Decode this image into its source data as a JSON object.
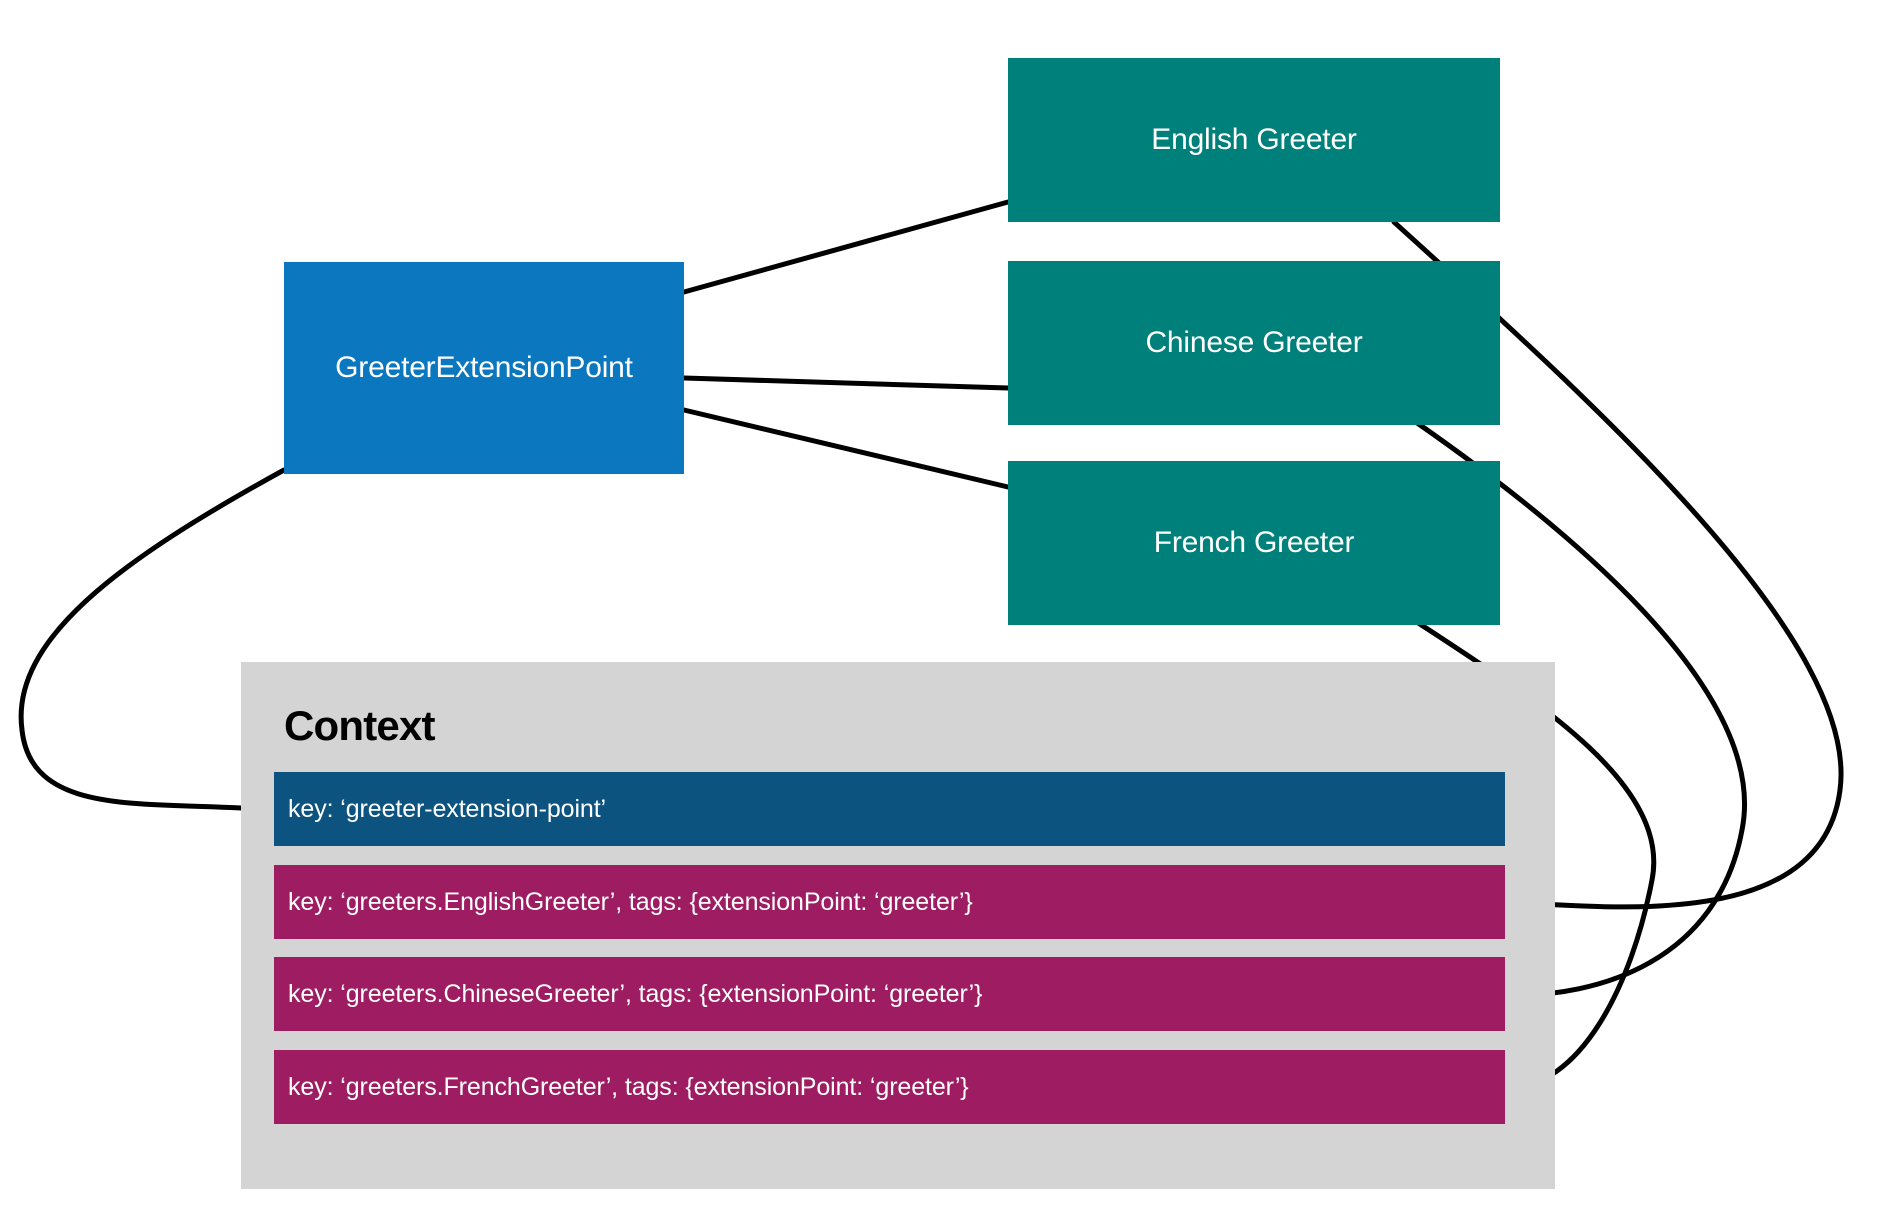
{
  "diagram": {
    "type": "extension-point-architecture",
    "colors": {
      "extension_point": "#0a77bf",
      "greeter": "#00807a",
      "context_panel": "#d4d4d4",
      "context_row_extension_point": "#0d5380",
      "context_row_service": "#9e1c62",
      "edge": "#000000",
      "node_text": "#ffffff",
      "title_text": "#000000"
    },
    "nodes": {
      "extension_point": {
        "label": "GreeterExtensionPoint"
      },
      "greeters": [
        {
          "label": "English Greeter"
        },
        {
          "label": "Chinese Greeter"
        },
        {
          "label": "French Greeter"
        }
      ]
    },
    "context": {
      "title": "Context",
      "entries": [
        {
          "text": "key: ‘greeter-extension-point’",
          "kind": "extension-point"
        },
        {
          "text": "key: ‘greeters.EnglishGreeter’, tags: {extensionPoint: ‘greeter’}",
          "kind": "service"
        },
        {
          "text": "key: ‘greeters.ChineseGreeter’, tags: {extensionPoint: ‘greeter’}",
          "kind": "service"
        },
        {
          "text": "key: ‘greeters.FrenchGreeter’, tags: {extensionPoint: ‘greeter’}",
          "kind": "service"
        }
      ]
    },
    "edges": [
      {
        "from": "extension_point",
        "to": "english-greeter"
      },
      {
        "from": "extension_point",
        "to": "chinese-greeter"
      },
      {
        "from": "extension_point",
        "to": "french-greeter"
      },
      {
        "from": "extension_point",
        "to": "context-row-extension-point"
      },
      {
        "from": "english-greeter",
        "to": "context-row-english"
      },
      {
        "from": "chinese-greeter",
        "to": "context-row-chinese"
      },
      {
        "from": "french-greeter",
        "to": "context-row-french"
      }
    ]
  }
}
